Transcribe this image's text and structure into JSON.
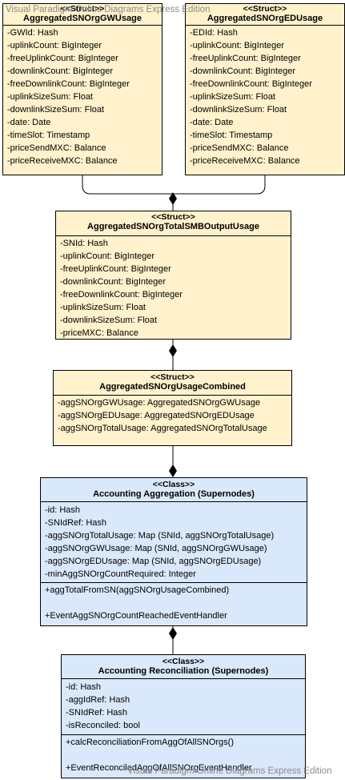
{
  "watermarks": {
    "top": "Visual Paradigm Online Diagrams Express Edition",
    "bottom": "Visual Paradigm Online Diagrams Express Edition"
  },
  "gw_usage": {
    "stereotype": "<<Struct>>",
    "name": "AggregatedSNOrgGWUsage",
    "attributes": [
      "-GWId: Hash",
      "-uplinkCount: BigInteger",
      "-freeUplinkCount: BigInteger",
      "-downlinkCount: BigInteger",
      "-freeDownlinkCount: BigInteger",
      "-uplinkSizeSum: Float",
      "-downlinkSizeSum: Float",
      "-date: Date",
      "-timeSlot: Timestamp",
      "-priceSendMXC: Balance",
      "-priceReceiveMXC: Balance"
    ]
  },
  "ed_usage": {
    "stereotype": "<<Struct>>",
    "name": "AggregatedSNOrgEDUsage",
    "attributes": [
      "-EDId: Hash",
      "-uplinkCount: BigInteger",
      "-freeUplinkCount: BigInteger",
      "-downlinkCount: BigInteger",
      "-freeDownlinkCount: BigInteger",
      "-uplinkSizeSum: Float",
      "-downlinkSizeSum: Float",
      "-date: Date",
      "-timeSlot: Timestamp",
      "-priceSendMXC: Balance",
      "-priceReceiveMXC: Balance"
    ]
  },
  "total_usage": {
    "stereotype": "<<Struct>>",
    "name": "AggregatedSNOrgTotalSMBOutputUsage",
    "attributes": [
      "-SNId: Hash",
      "-uplinkCount: BigInteger",
      "-freeUplinkCount: BigInteger",
      "-downlinkCount: BigInteger",
      "-freeDownlinkCount: BigInteger",
      "-uplinkSizeSum: Float",
      "-downlinkSizeSum: Float",
      "-priceMXC: Balance"
    ]
  },
  "combined": {
    "stereotype": "<<Struct>>",
    "name": "AggregatedSNOrgUsageCombined",
    "attributes": [
      "-aggSNOrgGWUsage: AggregatedSNOrgGWUsage",
      "-aggSNOrgEDUsage: AggregatedSNOrgEDUsage",
      "-aggSNOrgTotalUsage: AggregatedSNOrgTotalUsage"
    ]
  },
  "aggregation": {
    "stereotype": "<<Class>>",
    "name": "Accounting Aggregation (Supernodes)",
    "attributes": [
      "-id: Hash",
      "-SNIdRef: Hash",
      "-aggSNOrgTotalUsage: Map (SNId, aggSNOrgTotalUsage)",
      "-aggSNOrgGWUsage: Map (SNId, aggSNOrgGWUsage)",
      "-aggSNOrgEDUsage: Map (SNId, aggSNOrgEDUsage)",
      "-minAggSNOrgCountRequired: Integer"
    ],
    "operations": [
      "+aggTotalFromSN(aggSNOrgUsageCombined)",
      "+EventAggSNOrgCountReachedEventHandler"
    ]
  },
  "reconciliation": {
    "stereotype": "<<Class>>",
    "name": "Accounting Reconciliation (Supernodes)",
    "attributes": [
      "-id: Hash",
      "-aggIdRef: Hash",
      "-SNIdRef: Hash",
      "-isReconciled: bool"
    ],
    "operations": [
      "+calcReconciliationFromAggOfAllSNOrgs()",
      "+EventReconciledAggOfAllSNOrgEventHandler"
    ]
  }
}
